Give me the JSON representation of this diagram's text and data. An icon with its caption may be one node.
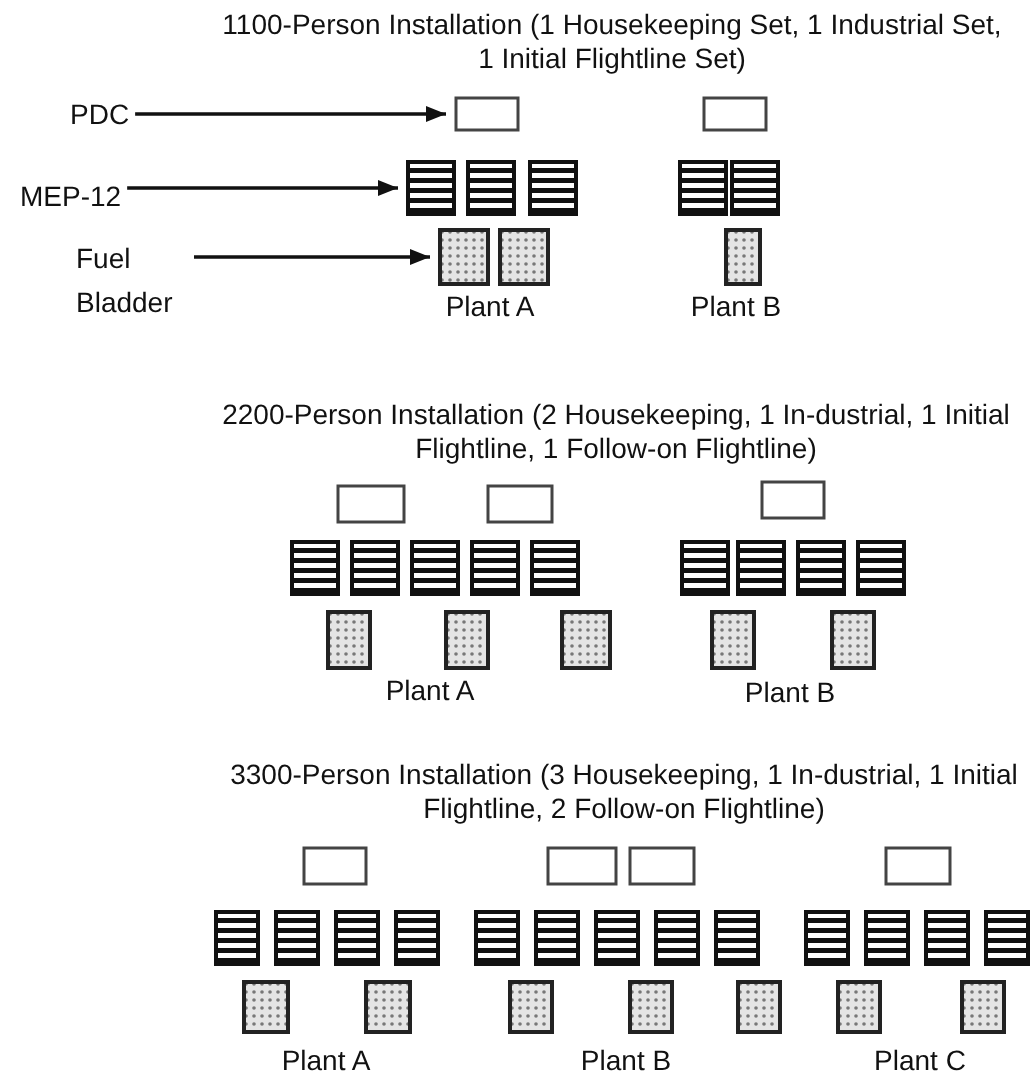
{
  "diagram": {
    "nodes": [
      {
        "text": [
          "PDC"
        ]
      },
      {
        "text": [],
        "shape": "box"
      },
      {
        "text": [],
        "shape": "box"
      },
      {
        "text": [
          "MEP-12"
        ]
      },
      {
        "text": [],
        "shape": "bar"
      },
      {
        "text": [],
        "shape": "bar"
      },
      {
        "text": [],
        "shape": "bar"
      },
      {
        "text": [],
        "shape": "bar"
      },
      {
        "text": [],
        "shape": "bar"
      },
      {
        "text": [
          "Fuel Bladder"
        ]
      },
      {
        "text": [],
        "shape": "tank"
      },
      {
        "text": [],
        "shape": "tank"
      },
      {
        "text": [],
        "shape": "tank"
      },
      {
        "text": [],
        "shape": "box"
      },
      {
        "text": [],
        "shape": "box"
      },
      {
        "text": [],
        "shape": "box"
      },
      {
        "text": [],
        "shape": "bar"
      },
      {
        "text": [],
        "shape": "bar"
      },
      {
        "text": [],
        "shape": "bar"
      },
      {
        "text": [],
        "shape": "bar"
      },
      {
        "text": [],
        "shape": "bar"
      },
      {
        "text": [],
        "shape": "bar"
      },
      {
        "text": [],
        "shape": "bar"
      },
      {
        "text": [],
        "shape": "bar"
      },
      {
        "text": [],
        "shape": "bar"
      },
      {
        "text": [],
        "shape": "tank"
      },
      {
        "text": [],
        "shape": "tank"
      },
      {
        "text": [],
        "shape": "tank"
      },
      {
        "text": [],
        "shape": "tank"
      },
      {
        "text": [],
        "shape": "tank"
      },
      {
        "text": [],
        "shape": "box"
      },
      {
        "text": [],
        "shape": "box"
      },
      {
        "text": [],
        "shape": "box"
      },
      {
        "text": [],
        "shape": "box"
      },
      {
        "text": [],
        "shape": "bar"
      },
      {
        "text": [],
        "shape": "bar"
      },
      {
        "text": [],
        "shape": "bar"
      },
      {
        "text": [],
        "shape": "bar"
      },
      {
        "text": [],
        "shape": "bar"
      },
      {
        "text": [],
        "shape": "bar"
      },
      {
        "text": [],
        "shape": "bar"
      },
      {
        "text": [],
        "shape": "bar"
      },
      {
        "text": [],
        "shape": "bar"
      },
      {
        "text": [],
        "shape": "bar"
      },
      {
        "text": [],
        "shape": "bar"
      },
      {
        "text": [],
        "shape": "bar"
      },
      {
        "text": [],
        "shape": "bar"
      },
      {
        "text": [],
        "shape": "tank"
      },
      {
        "text": [],
        "shape": "tank"
      },
      {
        "text": [],
        "shape": "tank"
      },
      {
        "text": [],
        "shape": "tank"
      },
      {
        "text": [],
        "shape": "tank"
      },
      {
        "text": [],
        "shape": "tank"
      },
      {
        "text": [],
        "shape": "tank"
      }
    ],
    "edges": [
      {
        "from": 0,
        "to": 1,
        "arrow": "to"
      },
      {
        "from": 3,
        "to": 4,
        "arrow": "to"
      },
      {
        "from": 9,
        "to": 10,
        "arrow": "to"
      }
    ],
    "labels": [
      "1100-Person Installation (1 Housekeeping Set, 1 Industrial Set, 1 Initial Flightline Set)",
      "Plant A",
      "Plant B",
      "2200-Person Installation (2 Housekeeping, 1 In-dustrial, 1 Initial Flightline, 1 Follow-on Flightline)",
      "Plant A",
      "Plant B",
      "3300-Person Installation (3 Housekeeping, 1 In-dustrial, 1 Initial Flightline, 2 Follow-on Flightline)",
      "Plant A",
      "Plant B",
      "Plant C"
    ]
  }
}
